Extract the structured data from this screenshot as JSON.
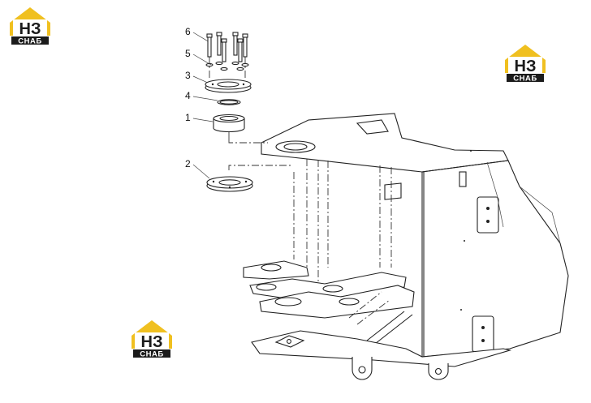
{
  "logo": {
    "letters": "НЗ",
    "caption": "СНАБ",
    "color_yellow": "#f0c020",
    "color_dark": "#1b1b1b"
  },
  "callouts": [
    {
      "number": "6"
    },
    {
      "number": "5"
    },
    {
      "number": "3"
    },
    {
      "number": "4"
    },
    {
      "number": "1"
    },
    {
      "number": "2"
    }
  ],
  "icons": {
    "logo_mark": "house-logo-icon"
  }
}
